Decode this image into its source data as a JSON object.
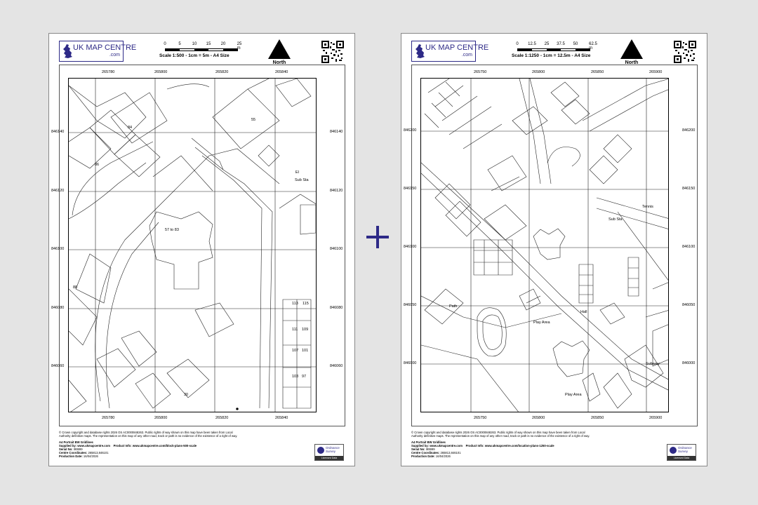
{
  "sheets": [
    {
      "logo": {
        "line1": "UK MAP CENTRE",
        "line2": ".com"
      },
      "scale": {
        "ticks": [
          "0",
          "5",
          "10",
          "15",
          "20",
          "25 m"
        ],
        "caption": "Scale 1:500 - 1cm = 5m - A4 Size"
      },
      "north_label": "North",
      "x_coords": [
        "265780",
        "265800",
        "265820",
        "265840"
      ],
      "y_coords": [
        "846140",
        "846120",
        "846100",
        "846080",
        "846060"
      ],
      "map_labels": [
        "84",
        "55",
        "86",
        "El",
        "Sub Sta",
        "57 to 83",
        "113",
        "115",
        "109",
        "111",
        "107",
        "101",
        "97",
        "103",
        "88",
        "30"
      ],
      "footer": {
        "copyright": "© Crown copyright and database rights 2026 OS AC0000848263. Public rights of way shown on this map have been taken from Local Authority definitive maps. The representation on this map of any other road, track or path is no evidence of the existence of a right of way.",
        "product_title": "A4 Portrait BW Gridlines",
        "supplied_label": "Supplied by:",
        "supplied_value": "www.ukmapcentre.com",
        "product_info_label": "Product Info:",
        "product_info_value": "www.ukmapcentre.com/block-plans-500-scale",
        "serial_label": "Serial No:",
        "serial_value": "I99999",
        "centre_label": "Centre Coordinates:",
        "centre_value": "265813,846101",
        "production_label": "Production Date:",
        "production_value": "16/04/2026"
      },
      "os": {
        "name_line1": "Ordnance",
        "name_line2": "Survey",
        "licensed": "Licensed Data"
      }
    },
    {
      "logo": {
        "line1": "UK MAP CENTRE",
        "line2": ".com"
      },
      "scale": {
        "ticks": [
          "0",
          "12.5",
          "25",
          "37.5",
          "50",
          "62.5 m"
        ],
        "caption": "Scale 1:1250 - 1cm = 12.5m - A4 Size"
      },
      "north_label": "North",
      "x_coords": [
        "265750",
        "265800",
        "265850",
        "265900"
      ],
      "y_coords": [
        "846200",
        "846150",
        "846100",
        "846050",
        "846000"
      ],
      "map_labels": [
        "Sub Sta",
        "Play Area",
        "Play Area",
        "Path",
        "Tennis",
        "Subway",
        "Hall"
      ],
      "footer": {
        "copyright": "© Crown copyright and database rights 2026 OS AC0000848263. Public rights of way shown on this map have been taken from Local Authority definitive maps. The representation on this map of any other road, track or path is no evidence of the existence of a right of way.",
        "product_title": "A4 Portrait BW Gridlines",
        "supplied_label": "Supplied by:",
        "supplied_value": "www.ukmapcentre.com",
        "product_info_label": "Product Info:",
        "product_info_value": "www.ukmapcentre.com/location-plans-1250-scale",
        "serial_label": "Serial No:",
        "serial_value": "I99999",
        "centre_label": "Centre Coordinates:",
        "centre_value": "265813,846101",
        "production_label": "Production Date:",
        "production_value": "16/04/2026"
      },
      "os": {
        "name_line1": "Ordnance",
        "name_line2": "Survey",
        "licensed": "Licensed Data"
      }
    }
  ],
  "accent_color": "#2e2a87"
}
